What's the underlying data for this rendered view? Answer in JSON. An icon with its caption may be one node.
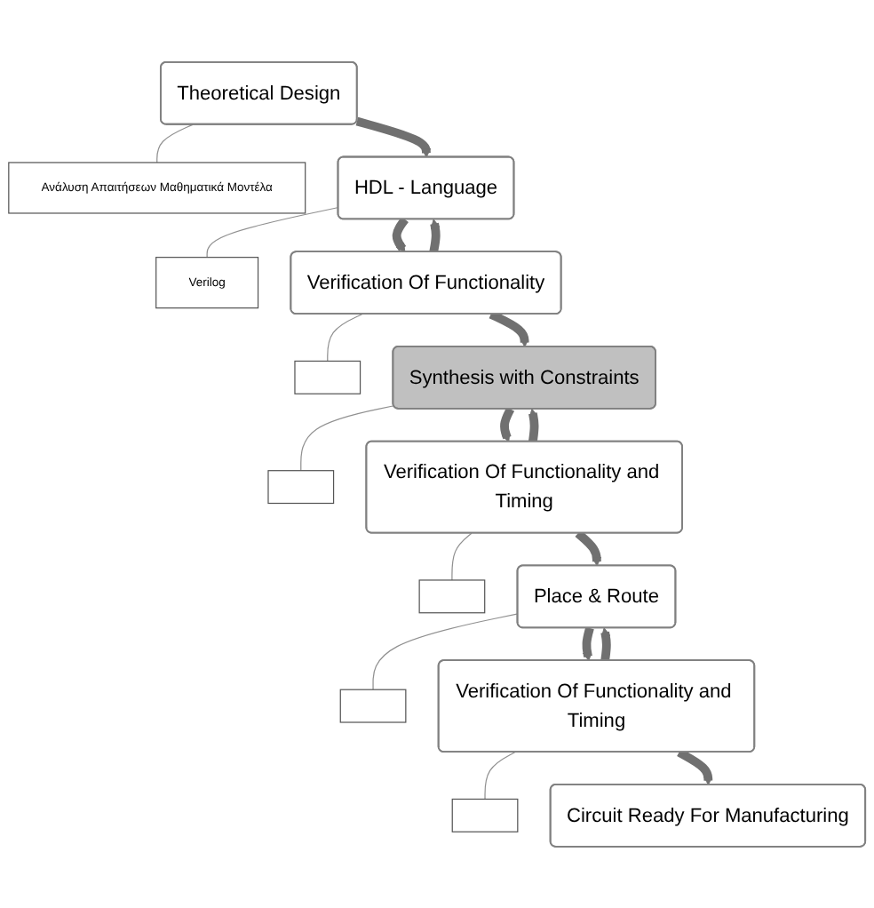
{
  "diagram": {
    "nodes": [
      {
        "text": [
          "Theoretical Design"
        ]
      },
      {
        "text": [
          "Ανάλυση Απαιτήσεων Μαθηματικά Μοντέλα"
        ]
      },
      {
        "text": [
          "HDL - Language"
        ]
      },
      {
        "text": [
          "Verilog"
        ]
      },
      {
        "text": [
          "Verification Of Functionality"
        ]
      },
      {
        "text": [],
        "shape": "box"
      },
      {
        "text": [
          "Synthesis with Constraints"
        ]
      },
      {
        "text": [],
        "shape": "box"
      },
      {
        "text": [
          "Verification Of Functionality and Timing"
        ]
      },
      {
        "text": [],
        "shape": "box"
      },
      {
        "text": [
          "Place & Route"
        ]
      },
      {
        "text": [],
        "shape": "box"
      },
      {
        "text": [
          "Verification Of Functionality and Timing"
        ]
      },
      {
        "text": [],
        "shape": "box"
      },
      {
        "text": [
          "Circuit Ready For Manufacturing"
        ]
      }
    ],
    "edges": [
      {
        "from": 0,
        "to": 2,
        "arrow": "to"
      },
      {
        "from": 0,
        "to": 1,
        "arrow": "none"
      },
      {
        "from": 2,
        "to": 3,
        "arrow": "none"
      },
      {
        "from": 2,
        "to": 4,
        "arrow": "to"
      },
      {
        "from": 4,
        "to": 2,
        "arrow": "to"
      },
      {
        "from": 4,
        "to": 5,
        "arrow": "none"
      },
      {
        "from": 4,
        "to": 6,
        "arrow": "to"
      },
      {
        "from": 6,
        "to": 7,
        "arrow": "none"
      },
      {
        "from": 6,
        "to": 8,
        "arrow": "to"
      },
      {
        "from": 8,
        "to": 6,
        "arrow": "to"
      },
      {
        "from": 8,
        "to": 9,
        "arrow": "none"
      },
      {
        "from": 8,
        "to": 10,
        "arrow": "to"
      },
      {
        "from": 10,
        "to": 11,
        "arrow": "none"
      },
      {
        "from": 10,
        "to": 12,
        "arrow": "to"
      },
      {
        "from": 12,
        "to": 10,
        "arrow": "to"
      },
      {
        "from": 12,
        "to": 13,
        "arrow": "none"
      },
      {
        "from": 12,
        "to": 14,
        "arrow": "to"
      }
    ]
  }
}
